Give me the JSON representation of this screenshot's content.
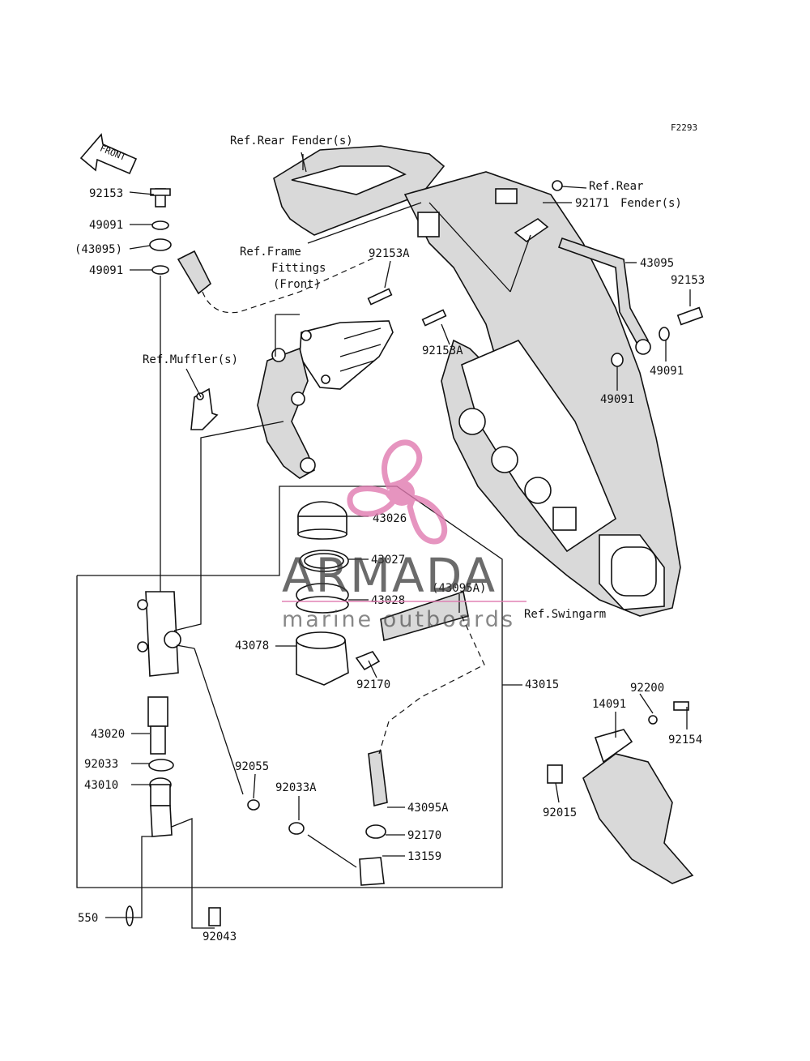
{
  "figure_code": "F2293",
  "front_arrow": "FRONT",
  "refs": {
    "rear_fender_top": "Ref.Rear Fender(s)",
    "rear_fender_right_1": "Ref.Rear",
    "rear_fender_right_2": "Fender(s)",
    "frame_fittings_1": "Ref.Frame",
    "frame_fittings_2": "Fittings",
    "frame_fittings_3": "(Front)",
    "muffler": "Ref.Muffler(s)",
    "swingarm": "Ref.Swingarm"
  },
  "parts": {
    "p92153_left": "92153",
    "p49091_left_top": "49091",
    "p43095_paren": "(43095)",
    "p49091_left_bot": "49091",
    "p92153A_top": "92153A",
    "p92153A_mid": "92153A",
    "p92171": "92171",
    "p43095": "43095",
    "p92153_right": "92153",
    "p49091_right_a": "49091",
    "p49091_right_b": "49091",
    "p43026": "43026",
    "p43027": "43027",
    "p43028": "43028",
    "p43095A_paren": "(43095A)",
    "p43078": "43078",
    "p92170_top": "92170",
    "p43015": "43015",
    "p92200": "92200",
    "p14091": "14091",
    "p92154": "92154",
    "p92015": "92015",
    "p43020": "43020",
    "p92033": "92033",
    "p43010": "43010",
    "p92055": "92055",
    "p92033A": "92033A",
    "p43095A": "43095A",
    "p92170_bot": "92170",
    "p13159": "13159",
    "p550": "550",
    "p92043": "92043"
  },
  "watermark": {
    "title": "ARMADA",
    "subtitle": "marine outboards",
    "logo": "propeller-logo",
    "accent_color": "#e07ab0"
  }
}
